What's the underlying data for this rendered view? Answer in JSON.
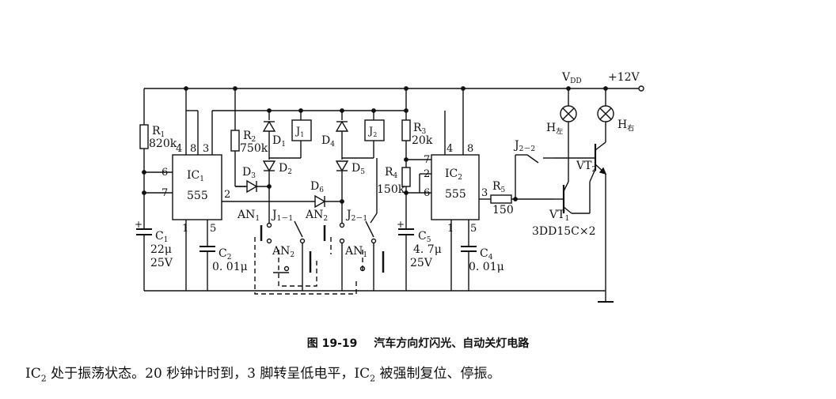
{
  "supply": {
    "vdd": "V",
    "vdd_sub": "DD",
    "plus12v": "+12V"
  },
  "ic1": {
    "name": "IC",
    "name_sub": "1",
    "chip": "555",
    "pin4": "4",
    "pin8": "8",
    "pin3": "3",
    "pin6": "6",
    "pin7": "7",
    "pin2": "2",
    "pin1": "1",
    "pin5": "5"
  },
  "ic2": {
    "name": "IC",
    "name_sub": "2",
    "chip": "555",
    "pin4": "4",
    "pin8": "8",
    "pin7": "7",
    "pin2": "2",
    "pin6": "6",
    "pin3": "3",
    "pin1": "1",
    "pin5": "5"
  },
  "r1": {
    "name": "R",
    "sub": "1",
    "value": "820k"
  },
  "r2": {
    "name": "R",
    "sub": "2",
    "value": "750k"
  },
  "r3": {
    "name": "R",
    "sub": "3",
    "value": "20k"
  },
  "r4": {
    "name": "R",
    "sub": "4",
    "value": "150k"
  },
  "r5": {
    "name": "R",
    "sub": "5",
    "value": "150"
  },
  "c1": {
    "name": "C",
    "sub": "1",
    "value1": "22μ",
    "value2": "25V",
    "plus": "+"
  },
  "c2": {
    "name": "C",
    "sub": "2",
    "value": "0. 01μ"
  },
  "c4": {
    "name": "C",
    "sub": "4",
    "value": "0. 01μ"
  },
  "c5": {
    "name": "C",
    "sub": "5",
    "value1": "4. 7μ",
    "value2": "25V",
    "plus": "+"
  },
  "diodes": {
    "d1": {
      "name": "D",
      "sub": "1"
    },
    "d2": {
      "name": "D",
      "sub": "2"
    },
    "d3": {
      "name": "D",
      "sub": "3"
    },
    "d4": {
      "name": "D",
      "sub": "4"
    },
    "d5": {
      "name": "D",
      "sub": "5"
    },
    "d6": {
      "name": "D",
      "sub": "6"
    }
  },
  "relays": {
    "j1": {
      "name": "J",
      "sub": "1"
    },
    "j2": {
      "name": "J",
      "sub": "2"
    },
    "j11": {
      "name": "J",
      "sub": "1－1"
    },
    "j21": {
      "name": "J",
      "sub": "2－1"
    },
    "j22": {
      "name": "J",
      "sub": "2－2"
    }
  },
  "buttons": {
    "an1": {
      "name": "AN",
      "sub": "1"
    },
    "an2": {
      "name": "AN",
      "sub": "2"
    }
  },
  "lamps": {
    "left": {
      "name": "H",
      "sub": "左"
    },
    "right": {
      "name": "H",
      "sub": "右"
    }
  },
  "transistors": {
    "vt1": {
      "name": "VT",
      "sub": "1"
    },
    "vt2": {
      "name": "VT",
      "sub": "2"
    },
    "part": "3DD15C×2"
  },
  "caption": {
    "number": "图 19-19",
    "title": "汽车方向灯闪光、自动关灯电路"
  },
  "body_text": {
    "prefix": "IC",
    "sub": "2",
    "text": " 处于振荡状态。20 秒钟计时到，3 脚转呈低电平，IC",
    "sub2": "2",
    "text2": " 被强制复位、停振。"
  }
}
